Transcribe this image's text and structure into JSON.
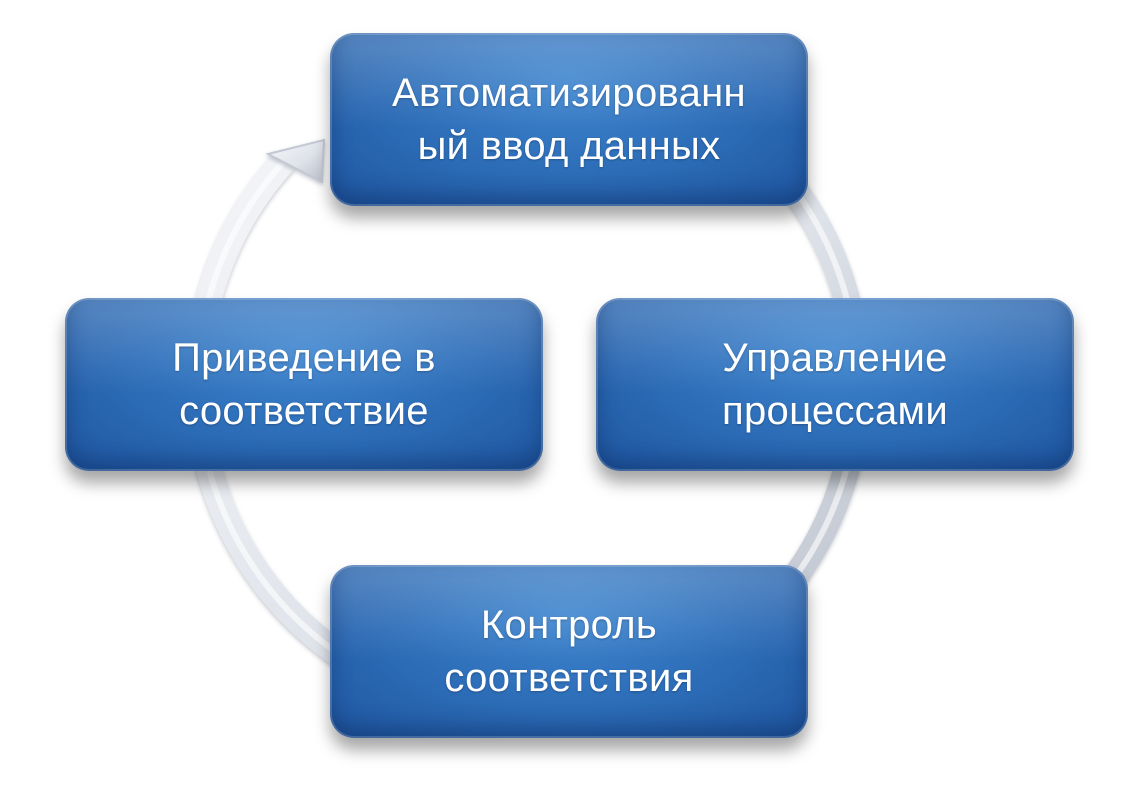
{
  "diagram": {
    "nodes": [
      {
        "id": "top",
        "label": "Автоматизированн\nый ввод данных"
      },
      {
        "id": "right",
        "label": "Управление\nпроцессами"
      },
      {
        "id": "bottom",
        "label": "Контроль\nсоответствия"
      },
      {
        "id": "left",
        "label": "Приведение в\nсоответствие"
      }
    ],
    "flow": [
      "top",
      "right",
      "bottom",
      "left",
      "top"
    ]
  },
  "colors": {
    "node_fill": "#2f70bb",
    "node_dark": "#1f56a0",
    "ring": "#e4e7ed",
    "ring_shade": "#b9bfca"
  }
}
